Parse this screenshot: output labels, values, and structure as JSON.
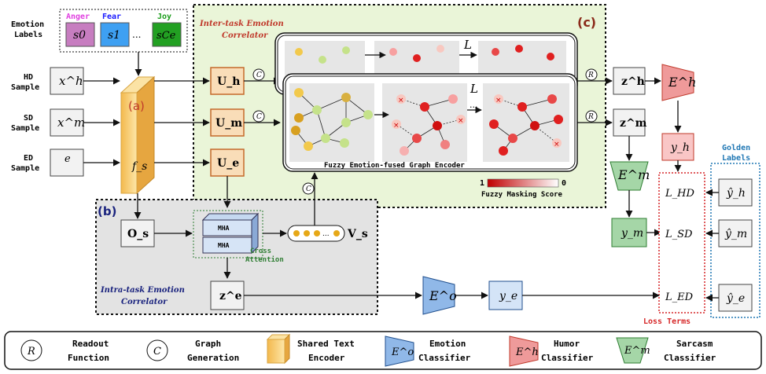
{
  "emotion_labels": {
    "title_line1": "Emotion",
    "title_line2": "Labels",
    "anger": "Anger",
    "fear": "Fear",
    "joy": "Joy",
    "s0": "s0",
    "s1": "s1",
    "dots": "...",
    "sce": "sCe"
  },
  "inputs": [
    {
      "line1": "HD",
      "line2": "Sample",
      "symbol": "x^h"
    },
    {
      "line1": "SD",
      "line2": "Sample",
      "symbol": "x^m"
    },
    {
      "line1": "ED",
      "line2": "Sample",
      "symbol": "e"
    }
  ],
  "encoder": {
    "marker": "(a)",
    "fs": "f_s"
  },
  "inter_task": {
    "title_line1": "Inter-task Emotion",
    "title_line2": "Correlator",
    "marker": "(c)",
    "u_h": "U_h",
    "u_m": "U_m",
    "u_e": "U_e",
    "graph_encoder_label": "Fuzzy Emotion-fused Graph Encoder",
    "L": "L",
    "scale_max": "1",
    "scale_min": "0",
    "scale_label": "Fuzzy Masking Score"
  },
  "intra_task": {
    "marker": "(b)",
    "title_line1": "Intra-task Emotion",
    "title_line2": "Correlator",
    "o_s": "O_s",
    "mha": "MHA",
    "cross_line1": "Cross",
    "cross_line2": "Attention",
    "v_s": "V_s",
    "z_e": "z^e"
  },
  "outputs": {
    "z_h": "z^h",
    "z_m": "z^m",
    "E_h": "E^h",
    "E_m": "E^m",
    "E_o": "E^o",
    "y_h": "y_h",
    "y_m": "y_m",
    "y_e": "y_e"
  },
  "loss": {
    "l_hd": "L_HD",
    "l_sd": "L_SD",
    "l_ed": "L_ED",
    "label": "Loss Terms"
  },
  "golden": {
    "title_line1": "Golden",
    "title_line2": "Labels",
    "yh": "ŷ_h",
    "ym": "ŷ_m",
    "ye": "ŷ_e"
  },
  "legend": [
    {
      "symbol": "R",
      "line1": "Readout",
      "line2": "Function"
    },
    {
      "symbol": "C",
      "line1": "Graph",
      "line2": "Generation"
    },
    {
      "symbol": "",
      "line1": "Shared Text",
      "line2": "Encoder"
    },
    {
      "symbol": "E^o",
      "line1": "Emotion",
      "line2": "Classifier"
    },
    {
      "symbol": "E^h",
      "line1": "Humor",
      "line2": "Classifier"
    },
    {
      "symbol": "E^m",
      "line1": "Sarcasm",
      "line2": "Classifier"
    }
  ],
  "colors": {
    "anger": "#e040e0",
    "fear": "#1a1aff",
    "joy": "#1a9c1a",
    "inter_bg": "#eaf5d8",
    "intra_bg": "#e3e3e3",
    "encoder": "#f7c96a",
    "u_box": "#f9ddb8",
    "red_marker": "#c0392b",
    "loss_border": "#d62728",
    "golden_border": "#1f77b4",
    "humor": "#ef9a9a",
    "sarcasm": "#a5d6a7",
    "emotion": "#90b8e8"
  }
}
